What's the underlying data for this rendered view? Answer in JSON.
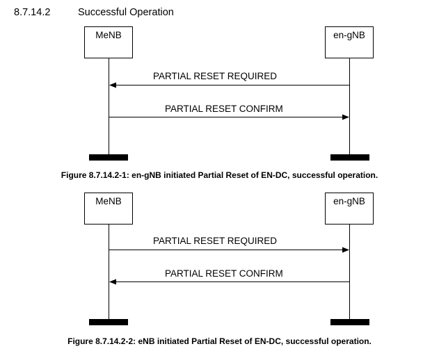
{
  "section": {
    "number": "8.7.14.2",
    "title": "Successful Operation"
  },
  "figures": [
    {
      "left_node": "MeNB",
      "right_node": "en-gNB",
      "messages": [
        {
          "label": "PARTIAL RESET REQUIRED",
          "direction": "right-to-left"
        },
        {
          "label": "PARTIAL RESET CONFIRM",
          "direction": "left-to-right"
        }
      ],
      "caption": "Figure 8.7.14.2-1: en-gNB initiated Partial Reset of EN-DC, successful operation."
    },
    {
      "left_node": "MeNB",
      "right_node": "en-gNB",
      "messages": [
        {
          "label": "PARTIAL RESET REQUIRED",
          "direction": "left-to-right"
        },
        {
          "label": "PARTIAL RESET CONFIRM",
          "direction": "right-to-left"
        }
      ],
      "caption": "Figure 8.7.14.2-2: eNB initiated Partial Reset of EN-DC, successful operation."
    }
  ]
}
